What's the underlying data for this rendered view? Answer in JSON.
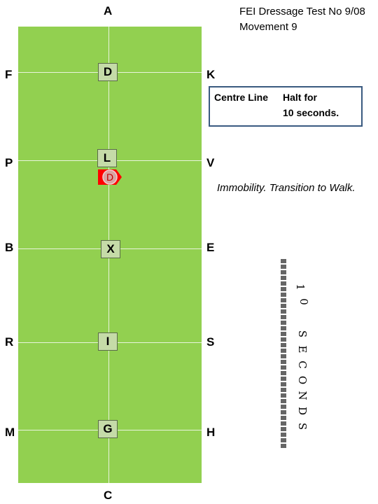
{
  "header": {
    "title_line1": "FEI Dressage Test No 9/08",
    "title_line2": "Movement 9"
  },
  "arena": {
    "color": "#92d050",
    "end_letters": {
      "top": "A",
      "bottom": "C"
    },
    "left_letters": [
      "F",
      "P",
      "B",
      "R",
      "M"
    ],
    "right_letters": [
      "K",
      "V",
      "E",
      "S",
      "H"
    ],
    "centre_markers": [
      "D",
      "L",
      "X",
      "I",
      "G"
    ]
  },
  "instruction": {
    "movement": "Centre Line",
    "action_line1": "Halt for",
    "action_line2": "10 seconds."
  },
  "note": "Immobility. Transition to Walk.",
  "rider": {
    "label": "D",
    "color": "#ff0000"
  },
  "timer": {
    "chars": [
      "1",
      "0",
      "",
      "S",
      "E",
      "C",
      "O",
      "N",
      "D",
      "S"
    ]
  }
}
